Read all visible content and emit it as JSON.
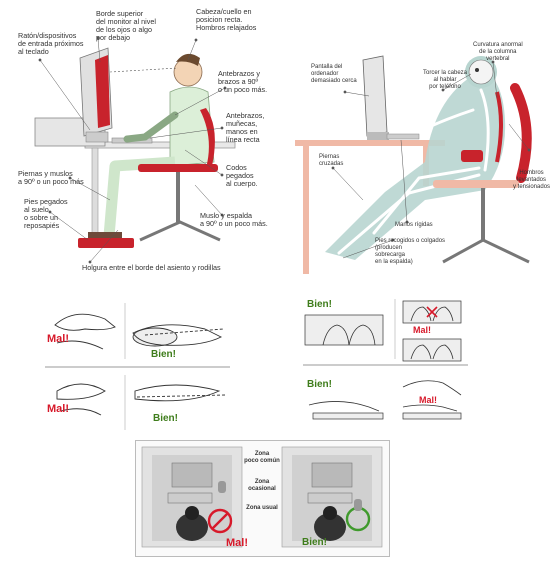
{
  "panel_correct": {
    "labels": {
      "mouse": "Ratón/dispositivos\nde entrada próximos\nal teclado",
      "monitor": "Borde superior\ndel monitor al nivel\nde los ojos o algo\npor debajo",
      "head": "Cabeza/cuello en\nposicion recta.\nHombros relajados",
      "forearms": "Antebrazos y\nbrazos a 90º\no un poco más.",
      "wrists": "Antebrazos,\nmuñecas,\nmanos en\nlínea recta",
      "elbows": "Codos\npegados\nal cuerpo.",
      "legs": "Piernas y muslos\na 90º o un poco más",
      "feet": "Pies pegados\nal suelo\no sobre un\nreposapiés",
      "thigh": "Muslo y espalda\na 90º o un poco más.",
      "gap": "Holgura entre el borde del asiento y rodillas"
    }
  },
  "panel_wrong": {
    "labels": {
      "screen": "Pantalla del\nordenador\ndemasiado cerca",
      "phone": "Torcer la cabeza\nal hablar\npor teléfono",
      "spine": "Curvatura anormal\nde la columna\nvertebral",
      "crossed": "Piernas\ncruzadas",
      "hands": "Manos rígidas",
      "shoulders": "Hombros\nlevantados\ny tensionados",
      "feet": "Pies recogidos o colgados\n(producen\nsobrecarga\nen la espalda)"
    }
  },
  "mouse_panel": {
    "mal1": "Mal!",
    "bien1": "Bien!",
    "mal2": "Mal!",
    "bien2": "Bien!"
  },
  "keyboard_panel": {
    "bien1": "Bien!",
    "mal1": "Mal!",
    "bien2": "Bien!",
    "mal2": "Mal!"
  },
  "zones_panel": {
    "zone_rare": "Zona\npoco común",
    "zone_occasional": "Zona\nocasional",
    "zone_usual": "Zona usual",
    "mal": "Mal!",
    "bien": "Bien!"
  },
  "colors": {
    "mal": "#d7192a",
    "bien": "#4b8f2a",
    "chair": "#c8232c",
    "skeleton_bg": "#b8d5d0",
    "desk_wrong": "#f0b9a6"
  }
}
